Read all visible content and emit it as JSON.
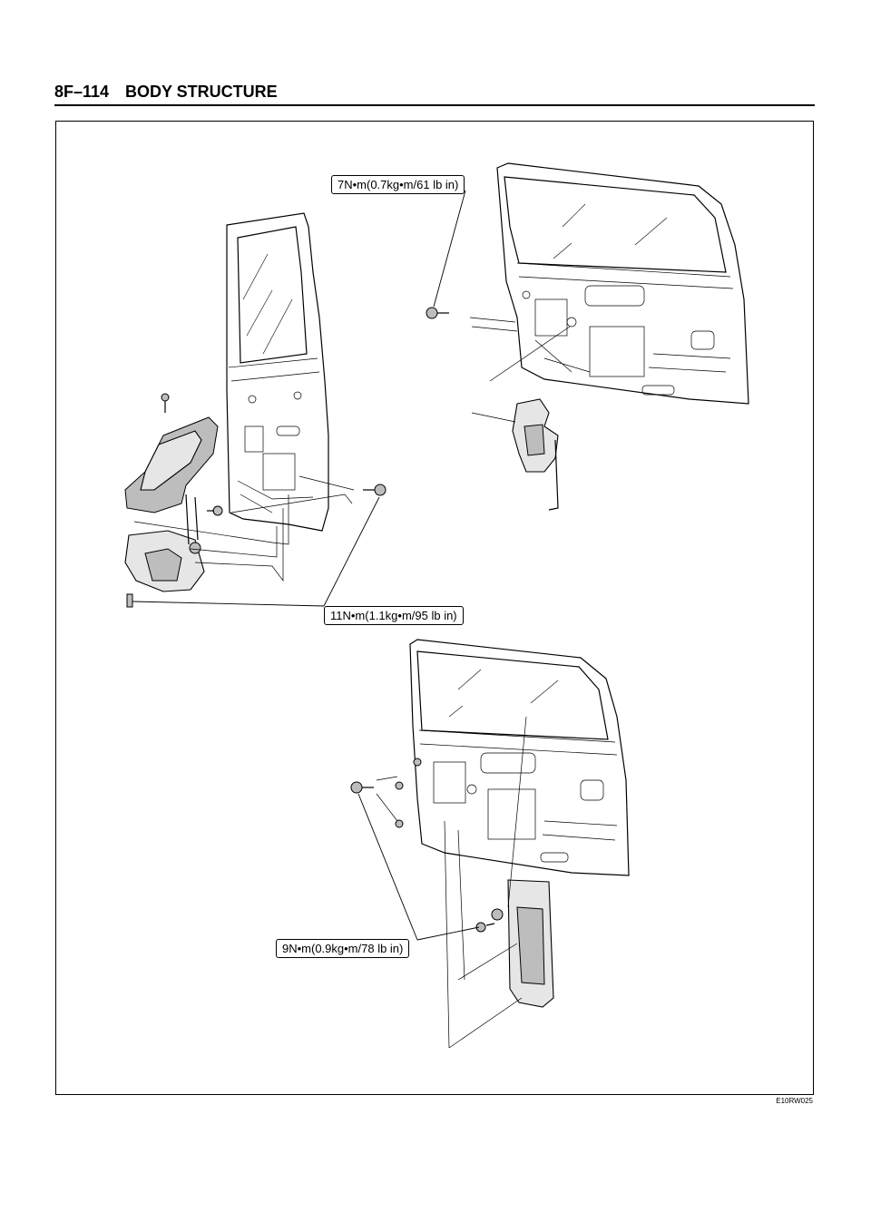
{
  "header": {
    "page_number": "8F–114",
    "section_title": "BODY STRUCTURE"
  },
  "torque_labels": {
    "upper_right_screw": "7N•m(0.7kg•m/61 lb in)",
    "center_bolts": "11N•m(1.1kg•m/95 lb in)",
    "lower_bolts": "9N•m(0.9kg•m/78 lb in)"
  },
  "figure_code": "E10RW025"
}
